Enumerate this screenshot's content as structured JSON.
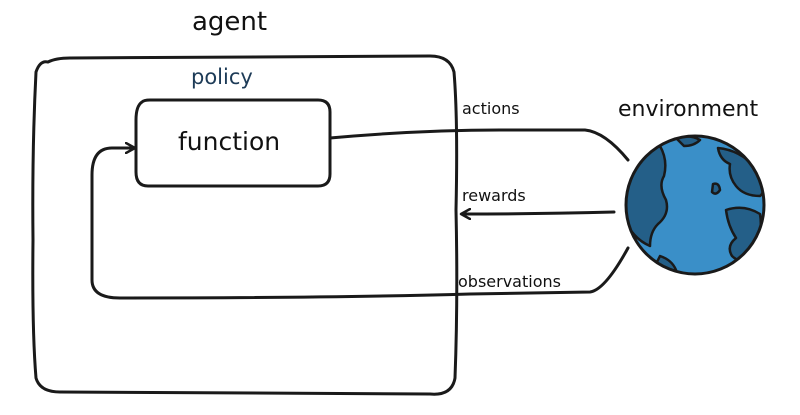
{
  "labels": {
    "agent": "agent",
    "policy": "policy",
    "function": "function",
    "environment": "environment",
    "actions": "actions",
    "rewards": "rewards",
    "observations": "observations"
  },
  "colors": {
    "agent_fill": "#3a9bd0",
    "function_fill": "#ffffff",
    "ocean": "#3a8fc8",
    "land": "#245f88",
    "ink": "#1a1a1a"
  }
}
